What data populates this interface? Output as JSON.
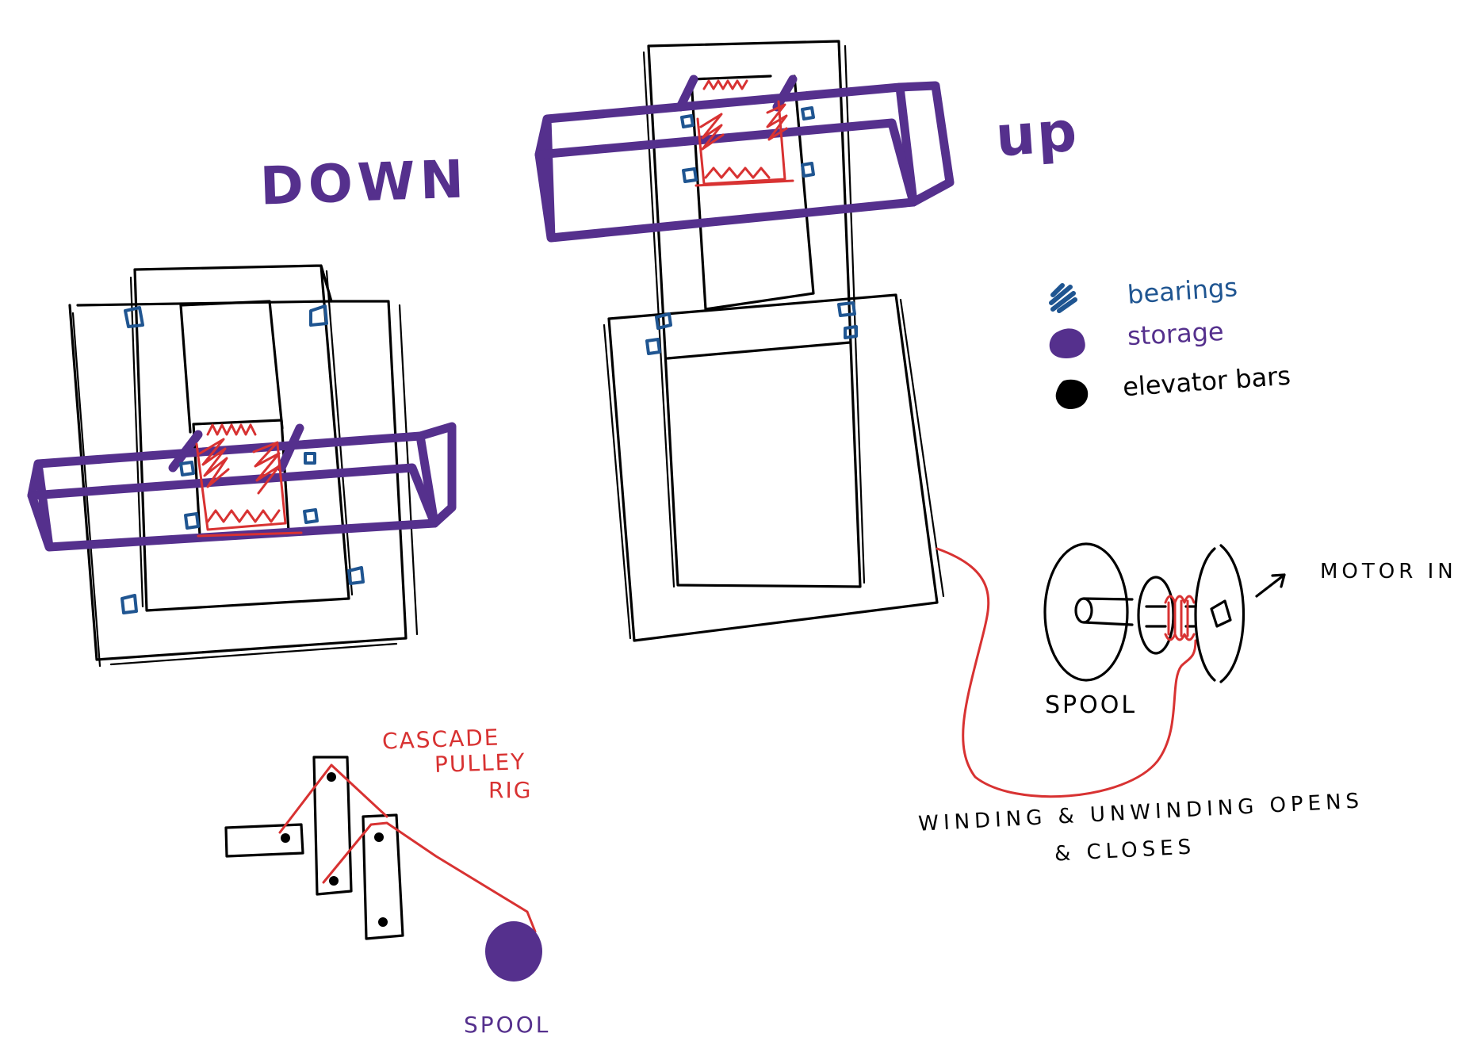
{
  "colors": {
    "elevator_bars": "#000000",
    "storage": "#55308d",
    "bearings": "#1f5591",
    "string": "#d83232",
    "background": "#ffffff"
  },
  "headings": {
    "down": "DOWN",
    "up": "UP"
  },
  "legend": {
    "items": [
      {
        "label": "bearings",
        "icon": "scribble-swatch-icon",
        "color": "#1f5591"
      },
      {
        "label": "storage",
        "icon": "blob-swatch-icon",
        "color": "#55308d"
      },
      {
        "label": "elevator bars",
        "icon": "blob-swatch-icon",
        "color": "#000000"
      }
    ]
  },
  "spool_assembly": {
    "spool_label": "SPOOL",
    "motor_label": "MOTOR IN",
    "caption_line1": "WINDING & UNWINDING OPENS",
    "caption_line2": "& CLOSES"
  },
  "pulley_rig": {
    "title_line1": "CASCADE",
    "title_line2": "PULLEY",
    "title_line3": "RIG",
    "spool_label": "SPOOL"
  }
}
